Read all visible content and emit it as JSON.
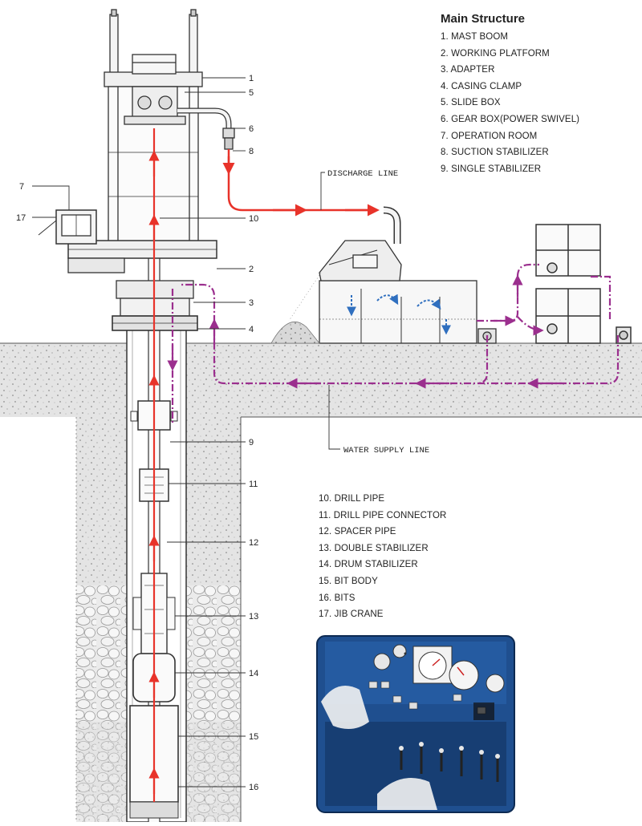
{
  "main_structure": {
    "title": "Main Structure",
    "items": [
      "1. MAST BOOM",
      "2. WORKING PLATFORM",
      "3. ADAPTER",
      "4. CASING CLAMP",
      "5. SLIDE BOX",
      "6. GEAR BOX(POWER SWIVEL)",
      "7. OPERATION ROOM",
      "8. SUCTION STABILIZER",
      "9. SINGLE STABILIZER"
    ]
  },
  "lower_parts": {
    "items": [
      "10. DRILL PIPE",
      "11. DRILL PIPE CONNECTOR",
      "12. SPACER PIPE",
      "13. DOUBLE STABILIZER",
      "14. DRUM STABILIZER",
      "15. BIT BODY",
      "16. BITS",
      "17. JIB CRANE"
    ]
  },
  "callouts": {
    "n1": "1",
    "n5": "5",
    "n6": "6",
    "n8": "8",
    "n10": "10",
    "n2": "2",
    "n3": "3",
    "n4": "4",
    "n9": "9",
    "n11": "11",
    "n12": "12",
    "n13": "13",
    "n14": "14",
    "n15": "15",
    "n16": "16",
    "n7": "7",
    "n17": "17"
  },
  "lines": {
    "discharge": "DISCHARGE LINE",
    "water_supply": "WATER SUPPLY LINE"
  },
  "colors": {
    "discharge_flow": "#e8332a",
    "supply_flow": "#9b2f8e",
    "tank_flow": "#2f6fbf",
    "ground": "#dcdcdc",
    "panel_bg": "#1f4f8f"
  }
}
